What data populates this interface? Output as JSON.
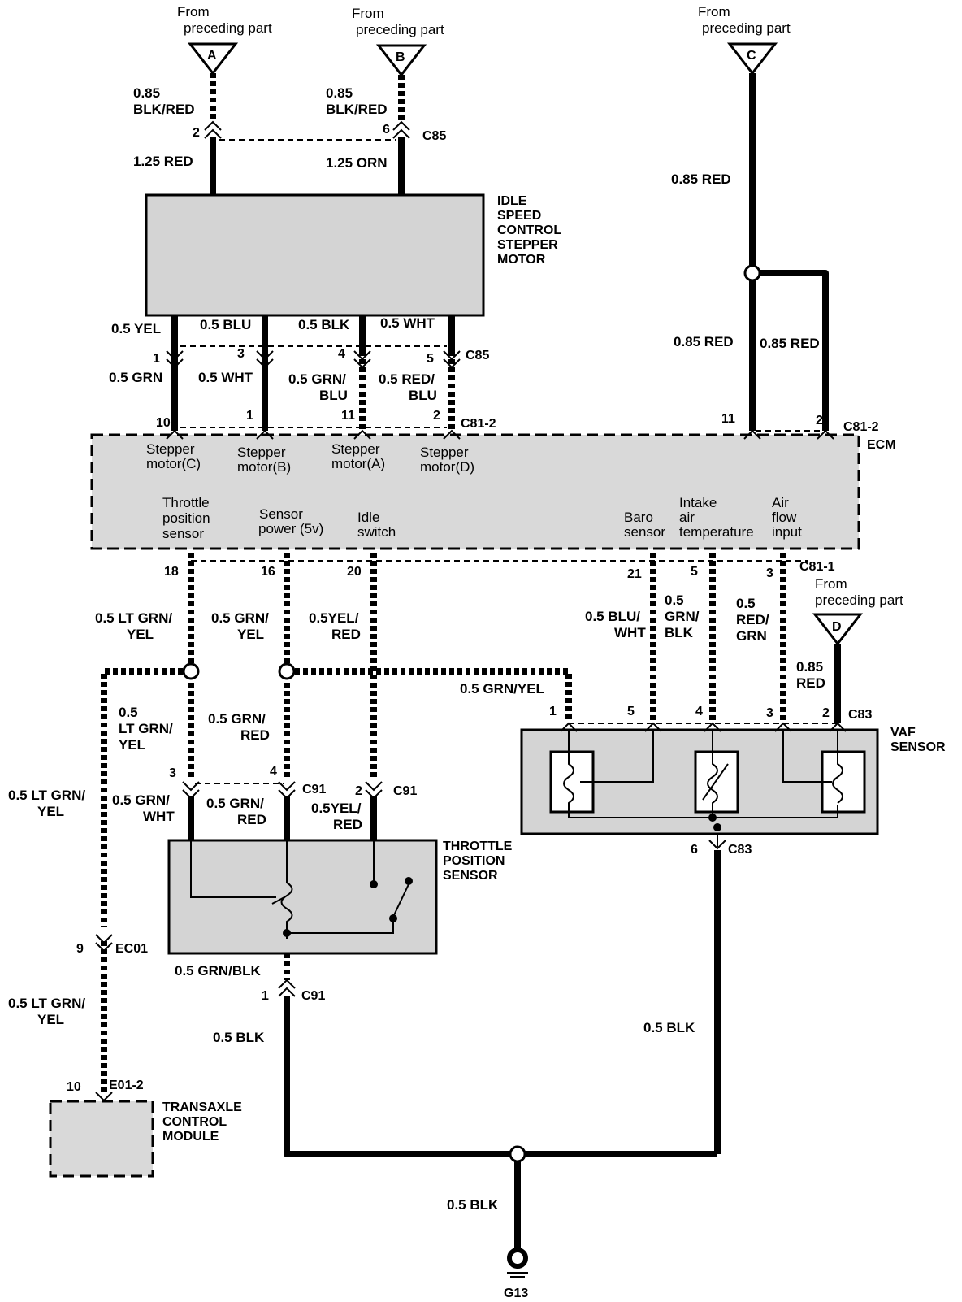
{
  "sources": {
    "a": {
      "label": "From preceding part",
      "line1": "From",
      "line2": "preceding part",
      "letter": "A"
    },
    "b": {
      "label": "From preceding part",
      "line1": "From",
      "line2": "preceding part",
      "letter": "B"
    },
    "c": {
      "label": "From preceding part",
      "line1": "From",
      "line2": "preceding part",
      "letter": "C"
    },
    "d": {
      "label": "From preceding part",
      "line1": "From",
      "line2": "preceding part",
      "letter": "D"
    }
  },
  "components": {
    "isc": {
      "line1": "IDLE",
      "line2": "SPEED",
      "line3": "CONTROL",
      "line4": "STEPPER",
      "line5": "MOTOR"
    },
    "ecm": {
      "name": "ECM"
    },
    "tps": {
      "line1": "THROTTLE",
      "line2": "POSITION",
      "line3": "SENSOR"
    },
    "vaf": {
      "line1": "VAF",
      "line2": "SENSOR"
    },
    "tcm": {
      "line1": "TRANSAXLE",
      "line2": "CONTROL",
      "line3": "MODULE"
    },
    "ground": {
      "name": "G13"
    }
  },
  "connectors": {
    "c85_top": "C85",
    "c85_bot": "C85",
    "c81_2_left": "C81-2",
    "c81_2_right": "C81-2",
    "c81_1": "C81-1",
    "c91_a": "C91",
    "c91_b": "C91",
    "c91_c": "C91",
    "c83_top": "C83",
    "c83_bot": "C83",
    "ec01": "EC01",
    "e01_2": "E01-2"
  },
  "ecm_terminals": {
    "stepper_c": [
      "Stepper",
      "motor(C)"
    ],
    "stepper_b": [
      "Stepper",
      "motor(B)"
    ],
    "stepper_a": [
      "Stepper",
      "motor(A)"
    ],
    "stepper_d": [
      "Stepper",
      "motor(D)"
    ],
    "tps": [
      "Throttle",
      "position",
      "sensor"
    ],
    "sensor_power": [
      "Sensor",
      "power (5v)"
    ],
    "idle_switch": [
      "Idle",
      "switch"
    ],
    "baro": [
      "Baro",
      "sensor"
    ],
    "iat": [
      "Intake",
      "air",
      "temperature"
    ],
    "airflow": [
      "Air",
      "flow",
      "input"
    ]
  },
  "wires": {
    "a_in": [
      "0.85",
      "BLK/RED"
    ],
    "b_in": [
      "0.85",
      "BLK/RED"
    ],
    "a_out": "1.25 RED",
    "b_out": "1.25 ORN",
    "c_main": "0.85 RED",
    "c_left": "0.85 RED",
    "c_right": "0.85 RED",
    "m1": "0.5 YEL",
    "m2": "0.5 BLU",
    "m3": "0.5 BLK",
    "m4": "0.5 WHT",
    "e1": "0.5 GRN",
    "e2": "0.5 WHT",
    "e3": [
      "0.5 GRN/",
      "BLU"
    ],
    "e4": [
      "0.5 RED/",
      "BLU"
    ],
    "tps_sig": [
      "0.5 LT GRN/",
      "YEL"
    ],
    "pwr": [
      "0.5 GRN/",
      "YEL"
    ],
    "idle": [
      "0.5YEL/",
      "RED"
    ],
    "baro": [
      "0.5 BLU/",
      "WHT"
    ],
    "iat": [
      "0.5",
      "GRN/",
      "BLK"
    ],
    "airflow": [
      "0.5",
      "RED/",
      "GRN"
    ],
    "d_in": [
      "0.85",
      "RED"
    ],
    "pwr_branch": "0.5 GRN/YEL",
    "tps_branch": [
      "0.5",
      "LT GRN/",
      "YEL"
    ],
    "pwr_down": [
      "0.5 GRN/",
      "RED"
    ],
    "t1": [
      "0.5 GRN/",
      "WHT"
    ],
    "t2": [
      "0.5 GRN/",
      "RED"
    ],
    "t3": [
      "0.5YEL/",
      "RED"
    ],
    "tcm_upper": [
      "0.5 LT GRN/",
      "YEL"
    ],
    "tcm_lower": [
      "0.5 LT GRN/",
      "YEL"
    ],
    "tps_gnd": "0.5 GRN/BLK",
    "gnd_left": "0.5 BLK",
    "gnd_right": "0.5 BLK",
    "gnd_main": "0.5 BLK"
  },
  "pins": {
    "a": "2",
    "b": "6",
    "m1": "1",
    "m2": "3",
    "m3": "4",
    "m4": "5",
    "e1": "10",
    "e2": "1",
    "e3": "11",
    "e4": "2",
    "c_left": "11",
    "c_right": "2",
    "tps": "18",
    "pwr": "16",
    "idle": "20",
    "baro": "21",
    "iat": "5",
    "airflow": "3",
    "t1": "3",
    "t2": "4",
    "t3": "2",
    "v1": "1",
    "v5": "5",
    "v4": "4",
    "v3": "3",
    "v2": "2",
    "v6": "6",
    "tps_gnd": "1",
    "ec01": "9",
    "tcm": "10"
  }
}
